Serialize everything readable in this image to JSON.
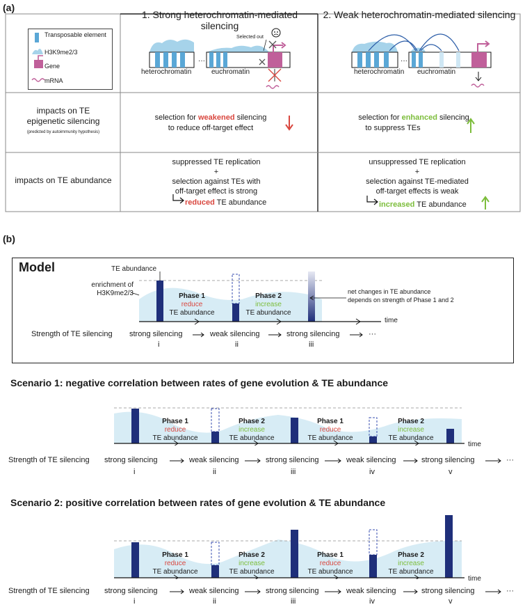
{
  "panel_a": {
    "label": "(a)",
    "legend": {
      "te": "Transposable element",
      "h3k9": "H3K9me2/3",
      "gene": "Gene",
      "mrna": "mRNA"
    },
    "col1": {
      "title": "1. Strong heterochromatin-mediated silencing",
      "heterochromatin": "heterochromatin",
      "euchromatin": "euchromatin",
      "selected_out": "Selected out"
    },
    "col2": {
      "title": "2. Weak heterochromatin-mediated silencing",
      "heterochromatin": "heterochromatin",
      "euchromatin": "euchromatin"
    },
    "row1": {
      "header": "impacts on TE\nepigenetic silencing",
      "note": "(predicted by autoimmunity hypothesis)",
      "c1_pre": "selection for ",
      "c1_em": "weakened",
      "c1_post": " silencing",
      "c1_line2": "to reduce off-target effect",
      "c2_pre": "selection for ",
      "c2_em": "enhanced",
      "c2_post": " silencing",
      "c2_line2": "to suppress TEs"
    },
    "row2": {
      "header": "impacts on TE abundance",
      "c1_lines": [
        "suppressed TE replication",
        "+",
        "selection against TEs with",
        "off-target effect is strong"
      ],
      "c1_result_em": "reduced",
      "c1_result_post": " TE abundance",
      "c2_lines": [
        "unsuppressed TE replication",
        "+",
        "selection against TE-mediated",
        "off-target effects is weak"
      ],
      "c2_result_em": "increased",
      "c2_result_post": " TE abundance"
    }
  },
  "panel_b": {
    "label": "(b)",
    "model": {
      "title": "Model",
      "te_abundance": "TE abundance",
      "enrichment": "enrichment of\nH3K9me2/3",
      "phase1": "Phase 1",
      "phase2": "Phase 2",
      "reduce": "reduce",
      "increase": "increase",
      "te_ab": "TE abundance",
      "net_changes": "net changes in TE abundance\ndepends on strength of Phase 1 and 2",
      "time": "time",
      "strength_label": "Strength of TE silencing",
      "steps": [
        "strong silencing",
        "weak silencing",
        "strong silencing"
      ],
      "romans": [
        "i",
        "ii",
        "iii"
      ],
      "ellipsis": "···"
    },
    "scenario1": {
      "title": "Scenario 1: negative correlation between rates of gene evolution & TE abundance",
      "phases": [
        {
          "name": "Phase 1",
          "dir": "reduce",
          "te": "TE abundance"
        },
        {
          "name": "Phase 2",
          "dir": "increase",
          "te": "TE abundance"
        },
        {
          "name": "Phase 1",
          "dir": "reduce",
          "te": "TE abundance"
        },
        {
          "name": "Phase 2",
          "dir": "increase",
          "te": "TE abundance"
        }
      ],
      "time": "time",
      "strength_label": "Strength of TE silencing",
      "steps": [
        "strong silencing",
        "weak silencing",
        "strong silencing",
        "weak silencing",
        "strong silencing"
      ],
      "romans": [
        "i",
        "ii",
        "iii",
        "iv",
        "v"
      ],
      "ellipsis": "···"
    },
    "scenario2": {
      "title": "Scenario 2: positive correlation between rates of gene evolution & TE abundance",
      "phases": [
        {
          "name": "Phase 1",
          "dir": "reduce",
          "te": "TE abundance"
        },
        {
          "name": "Phase 2",
          "dir": "increase",
          "te": "TE abundance"
        },
        {
          "name": "Phase 1",
          "dir": "reduce",
          "te": "TE abundance"
        },
        {
          "name": "Phase 2",
          "dir": "increase",
          "te": "TE abundance"
        }
      ],
      "time": "time",
      "strength_label": "Strength of TE silencing",
      "steps": [
        "strong silencing",
        "weak silencing",
        "strong silencing",
        "weak silencing",
        "strong silencing"
      ],
      "romans": [
        "i",
        "ii",
        "iii",
        "iv",
        "v"
      ],
      "ellipsis": "···"
    }
  },
  "colors": {
    "te_blue": "#5aa7d6",
    "h3k9": "#a6d3ea",
    "gene": "#c0609a",
    "navy": "#1f2f7a",
    "reduce_red": "#d9473f",
    "increase_green": "#7cbd3b",
    "shade": "#d7ecf5"
  }
}
